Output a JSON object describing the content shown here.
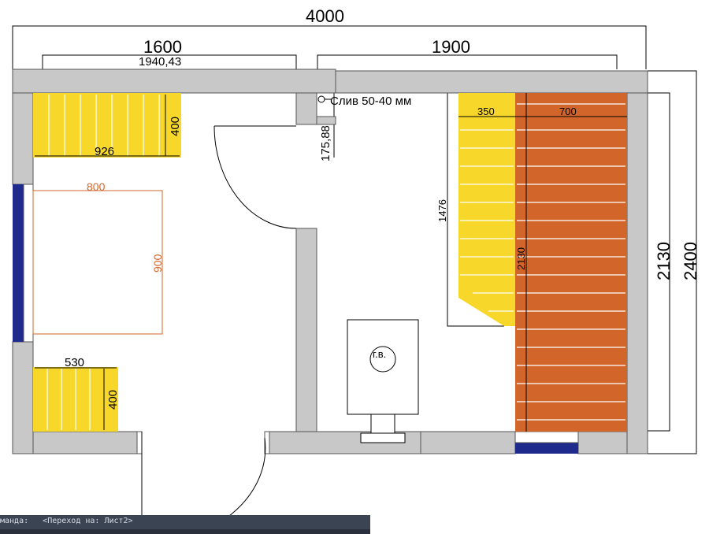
{
  "colors": {
    "wall": "#c8c8c8",
    "wall_stroke": "#555555",
    "bench_yellow": "#f7d72a",
    "shelf_orange": "#d2662a",
    "window_blue": "#1f2b8c",
    "dim_orange": "#d2662a"
  },
  "dimensions": {
    "total_width": "4000",
    "left_room_width": "1600",
    "left_room_inner": "1940,43",
    "right_room_width": "1900",
    "total_height": "2400",
    "room_height": "2130",
    "drain_offset": "175,88",
    "step_height": "1476",
    "shelf_height": "2130"
  },
  "labels": {
    "drain": "Слив 50-40 мм",
    "water_heater": "г.в."
  },
  "benches": {
    "top_left_width": "926",
    "top_left_depth": "400",
    "bottom_left_width": "530",
    "bottom_left_depth": "400",
    "step_width": "350",
    "shelf_width": "700"
  },
  "bed": {
    "width": "800",
    "length": "900"
  },
  "command_line": {
    "text": "манда:   <Переход на: Лист2>"
  }
}
